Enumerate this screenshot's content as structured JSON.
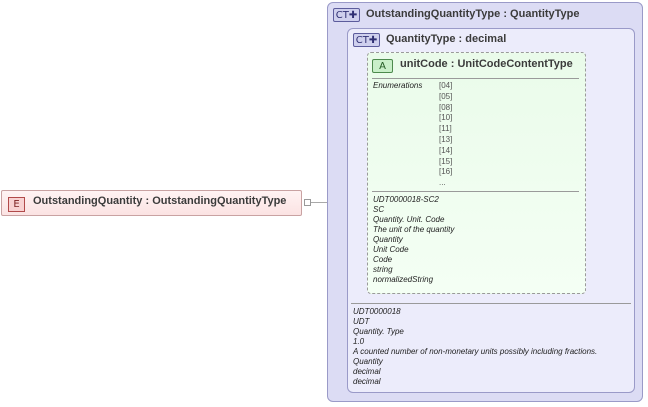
{
  "element": {
    "badge": "E",
    "name": "OutstandingQuantity",
    "type": "OutstandingQuantityType"
  },
  "outer_type": {
    "badge": "CT",
    "name": "OutstandingQuantityType",
    "base": "QuantityType"
  },
  "inner_type": {
    "badge": "CT",
    "name": "QuantityType",
    "base": "decimal",
    "documentation": [
      "UDT0000018",
      "UDT",
      "Quantity. Type",
      "1.0",
      "A counted number of non-monetary units possibly including fractions.",
      "Quantity",
      "decimal",
      "decimal"
    ]
  },
  "attribute": {
    "badge": "A",
    "name": "unitCode",
    "type": "UnitCodeContentType",
    "enumerations_label": "Enumerations",
    "enumerations": [
      "[04]",
      "[05]",
      "[08]",
      "[10]",
      "[11]",
      "[13]",
      "[14]",
      "[15]",
      "[16]",
      "..."
    ],
    "documentation": [
      "UDT0000018-SC2",
      "SC",
      "Quantity. Unit. Code",
      "The unit of the quantity",
      "Quantity",
      "Unit Code",
      "Code",
      "string",
      "normalizedString"
    ]
  },
  "separator": ":"
}
